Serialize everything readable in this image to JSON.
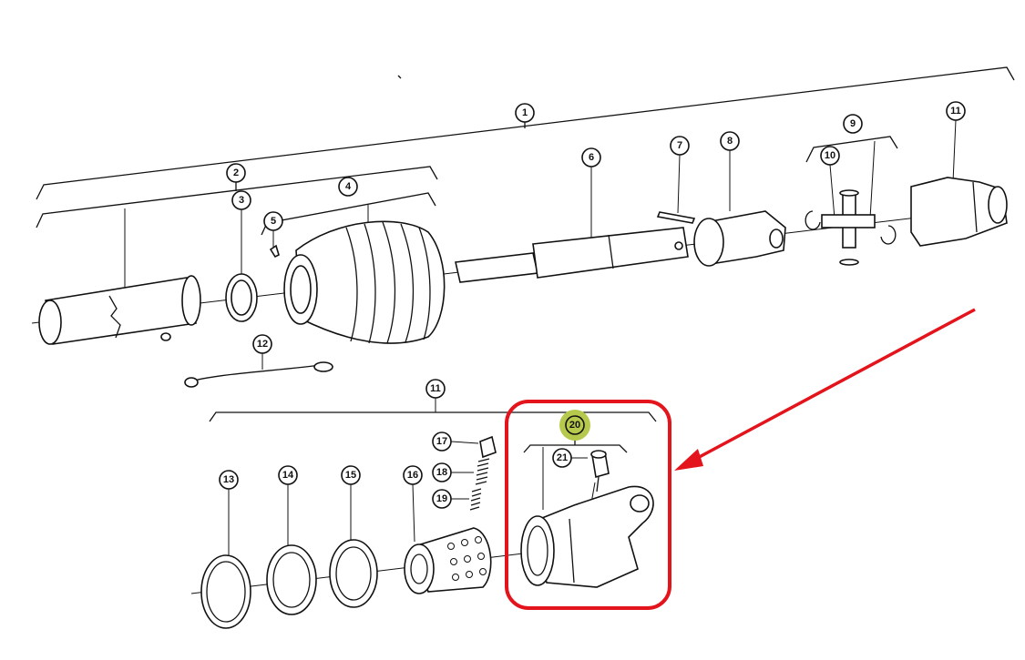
{
  "callouts": {
    "c1": "1",
    "c2": "2",
    "c3": "3",
    "c4": "4",
    "c5": "5",
    "c6": "6",
    "c7": "7",
    "c8": "8",
    "c9": "9",
    "c10": "10",
    "c11": "11",
    "c12": "12",
    "c11b": "11",
    "c13": "13",
    "c14": "14",
    "c15": "15",
    "c16": "16",
    "c17": "17",
    "c18": "18",
    "c19": "19",
    "c20": "20",
    "c21": "21"
  },
  "highlight": {
    "part": "20",
    "highlight_color": "#b7c94c",
    "box_color": "#e3141b"
  }
}
